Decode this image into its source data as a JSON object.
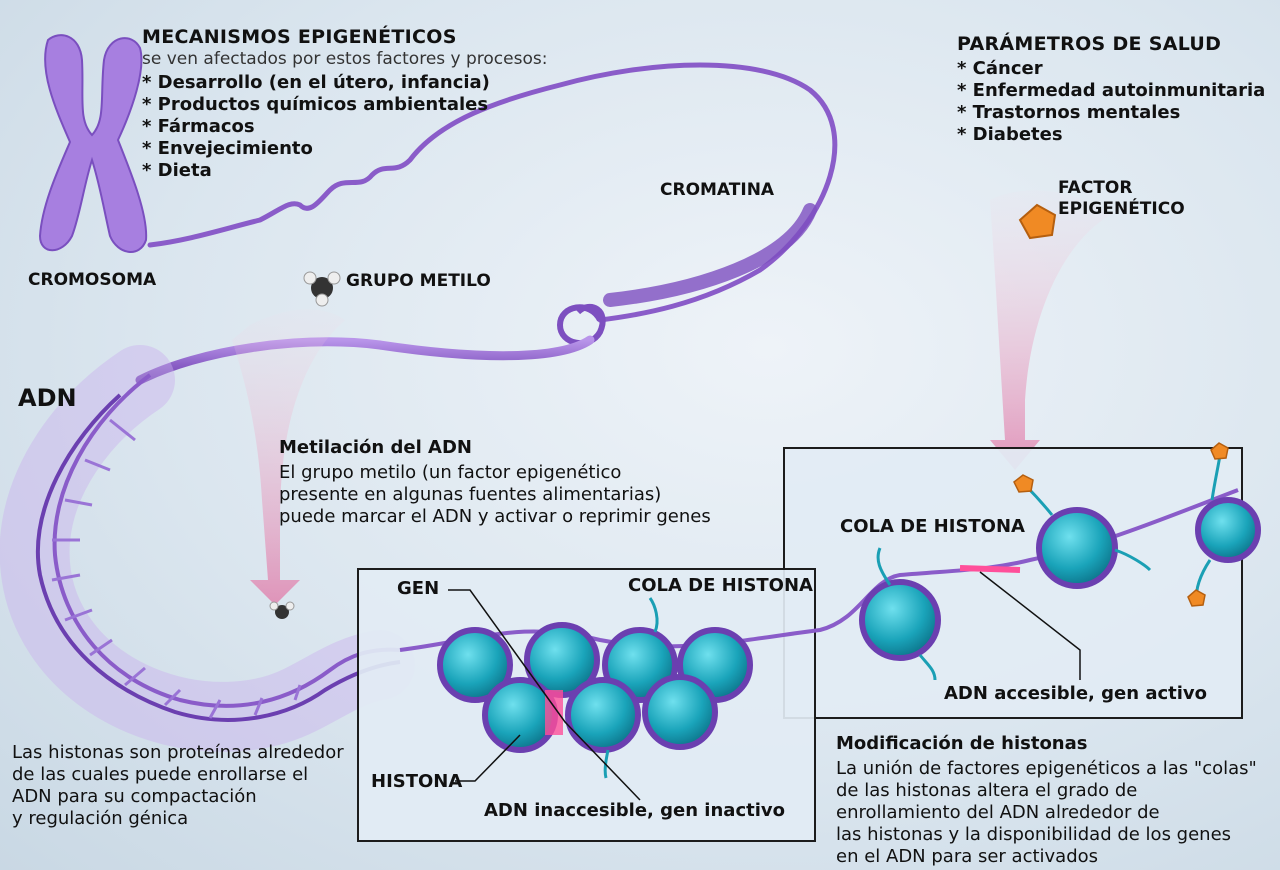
{
  "mechanisms": {
    "title": "MECANISMOS EPIGENÉTICOS",
    "subtitle": "se ven afectados por estos factores y procesos:",
    "items": [
      "* Desarrollo (en el útero, infancia)",
      "* Productos químicos ambientales",
      "* Fármacos",
      "* Envejecimiento",
      "* Dieta"
    ]
  },
  "health": {
    "title": "PARÁMETROS DE SALUD",
    "items": [
      "* Cáncer",
      "* Enfermedad autoinmunitaria",
      "* Trastornos mentales",
      "* Diabetes"
    ]
  },
  "labels": {
    "chromosome": "CROMOSOMA",
    "chromatin": "CROMATINA",
    "methyl_group": "GRUPO METILO",
    "epigenetic_factor_line1": "FACTOR",
    "epigenetic_factor_line2": "EPIGENÉTICO",
    "dna": "ADN",
    "gene": "GEN",
    "histone_tail_left": "COLA DE HISTONA",
    "histone_tail_right": "COLA DE HISTONA",
    "histone": "HISTONA",
    "dna_inaccessible": "ADN inaccesible, gen inactivo",
    "dna_accessible": "ADN accesible, gen activo"
  },
  "methylation": {
    "title": "Metilación del ADN",
    "lines": [
      "El grupo metilo (un factor epigenético",
      "presente en algunas fuentes alimentarias)",
      "puede marcar el ADN y activar o reprimir genes"
    ]
  },
  "histone_note": {
    "lines": [
      "Las histonas son proteínas alrededor",
      "de las cuales puede enrollarse el",
      "ADN para su compactación",
      "y regulación génica"
    ]
  },
  "histone_modification": {
    "title": "Modificación de histonas",
    "lines": [
      "La unión de factores epigenéticos a las \"colas\"",
      "de las histonas altera el grado de",
      "enrollamiento del ADN alrededor de",
      "las histonas y la disponibilidad de los genes",
      "en el ADN para ser activados"
    ]
  },
  "colors": {
    "dna_purple": "#8a5cc9",
    "histone_teal": "#1fa9bd",
    "factor_orange": "#f08a24",
    "gene_pink": "#ff4f9a"
  }
}
